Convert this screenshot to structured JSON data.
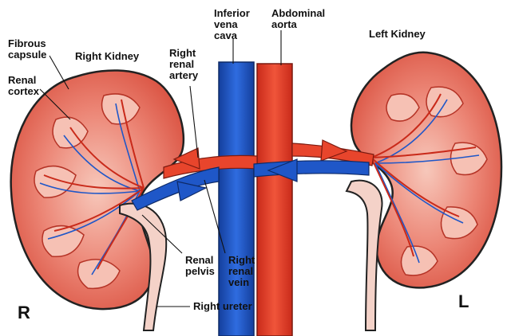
{
  "labels": {
    "inferior_vena_cava": "Inferior\nvena\ncava",
    "abdominal_aorta": "Abdominal\naorta",
    "fibrous_capsule": "Fibrous\ncapsule",
    "right_kidney": "Right Kidney",
    "renal_cortex": "Renal\ncortex",
    "right_renal_artery": "Right\nrenal\nartery",
    "left_kidney": "Left Kidney",
    "renal_pelvis": "Renal\npelvis",
    "right_renal_vein": "Right\nrenal\nvein",
    "right_ureter": "Right ureter"
  },
  "orientation": {
    "right_marker": "R",
    "left_marker": "L"
  },
  "colors": {
    "artery": "#e8452c",
    "vein": "#1f57c8",
    "kidney_tissue": "#e86a5a",
    "kidney_light": "#f6c1b4",
    "outline": "#222222",
    "pelvis": "#f4d2c8"
  }
}
